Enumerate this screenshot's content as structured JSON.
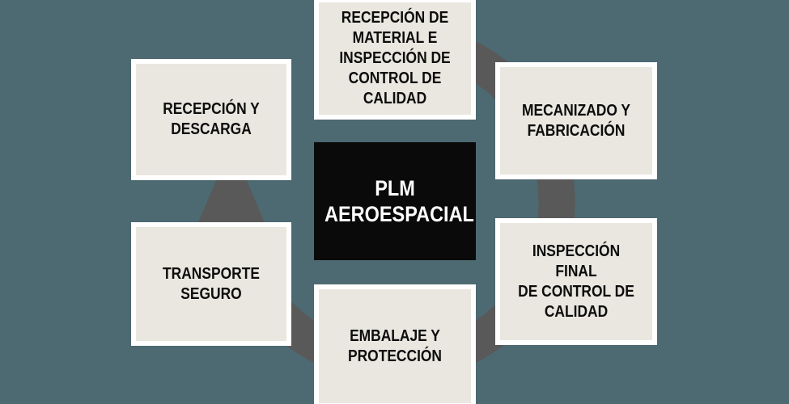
{
  "colors": {
    "background": "#4d6971",
    "arrow": "#595959",
    "box_fill": "#e9e7df",
    "box_border": "#ffffff",
    "center_fill": "#0a0a0a",
    "center_text": "#ffffff",
    "step_text": "#0d0d0d"
  },
  "center": {
    "id": "plm-aeroespacial",
    "lines": [
      "PLM",
      "AEROESPACIAL"
    ]
  },
  "steps": [
    {
      "id": "recepcion-material-inspeccion",
      "position": "top-center",
      "lines": [
        "RECEPCIÓN DE",
        "MATERIAL E",
        "INSPECCIÓN DE",
        "CONTROL DE",
        "CALIDAD"
      ]
    },
    {
      "id": "mecanizado-fabricacion",
      "position": "top-right",
      "lines": [
        "MECANIZADO Y",
        "FABRICACIÓN"
      ]
    },
    {
      "id": "inspeccion-final-control-calidad",
      "position": "middle-right",
      "lines": [
        "INSPECCIÓN FINAL",
        "DE CONTROL DE",
        "CALIDAD"
      ]
    },
    {
      "id": "embalaje-proteccion",
      "position": "bottom-center",
      "lines": [
        "EMBALAJE Y",
        "PROTECCIÓN"
      ]
    },
    {
      "id": "transporte-seguro",
      "position": "middle-left",
      "lines": [
        "TRANSPORTE",
        "SEGURO"
      ]
    },
    {
      "id": "recepcion-descarga",
      "position": "top-left",
      "lines": [
        "RECEPCIÓN Y",
        "DESCARGA"
      ]
    }
  ]
}
